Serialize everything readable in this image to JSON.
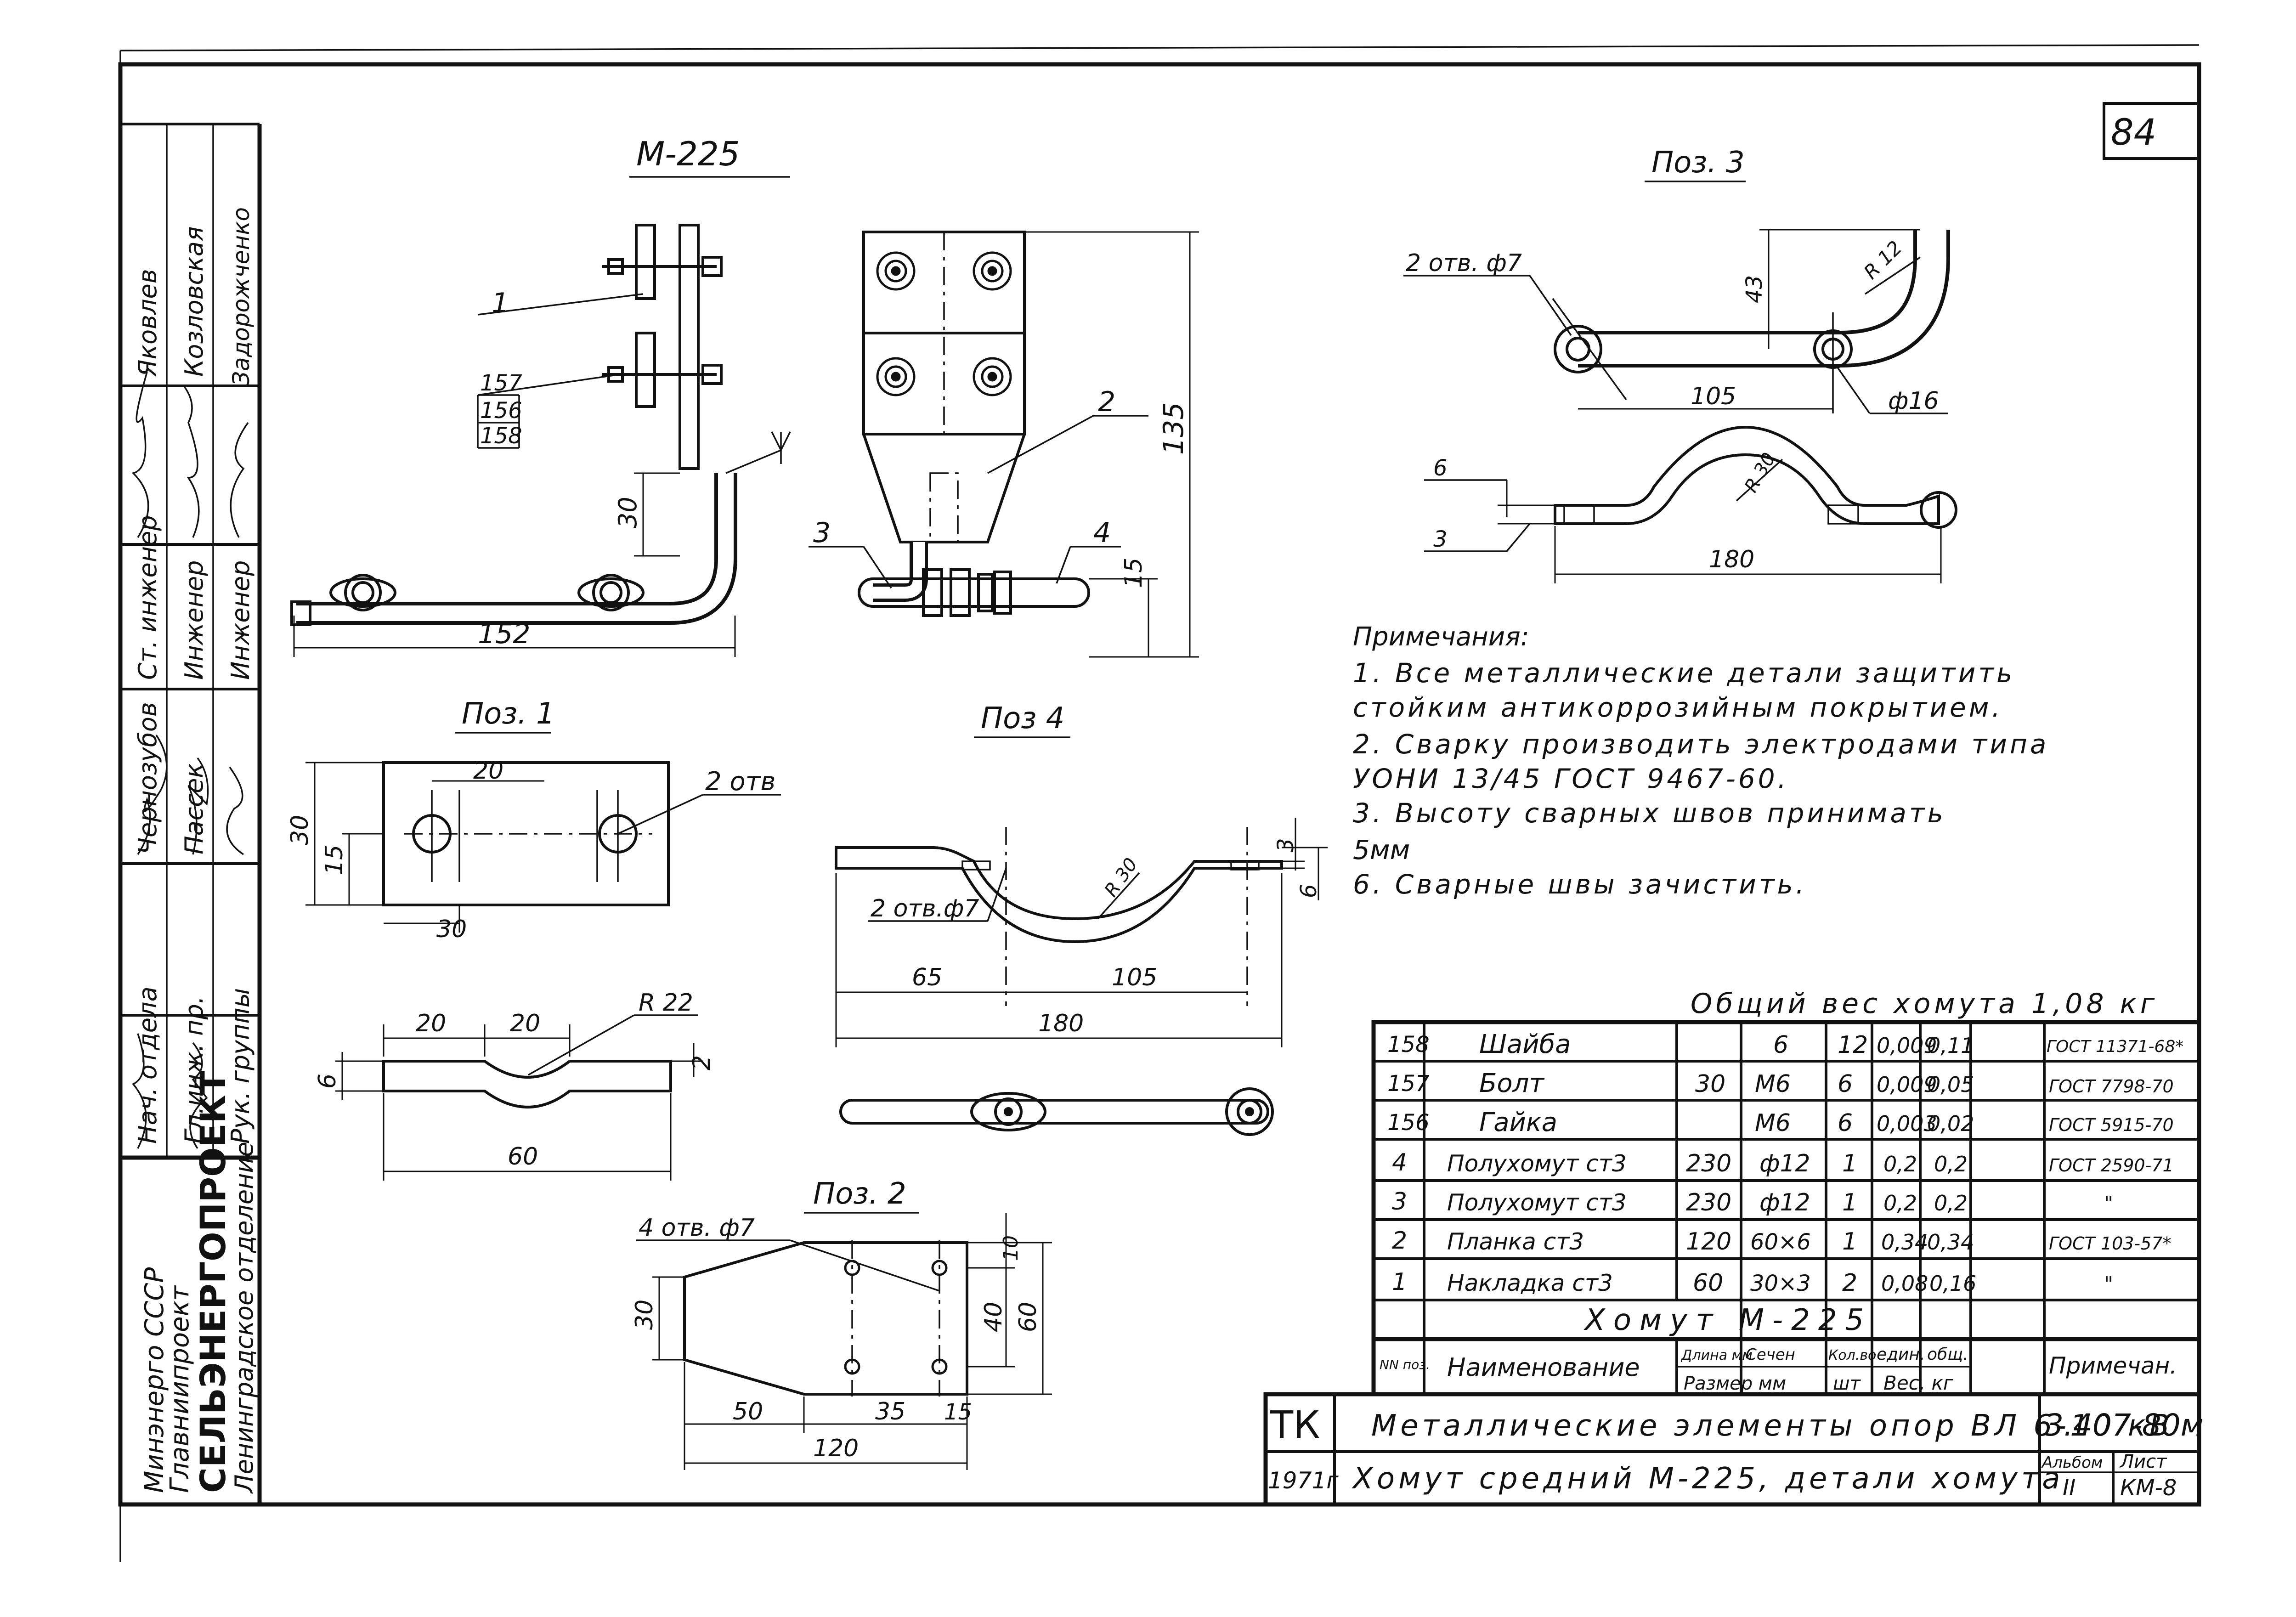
{
  "sheet_number": "84",
  "side_stamp": {
    "org1": "Минэнерго СССР",
    "org2": "Главниипроект",
    "org3": "СЕЛЬЭНЕРГОПРОЕКТ",
    "org4": "Ленинградское отделение",
    "roles": [
      "Нач. отдела",
      "Гл.инж. пр.",
      "Рук. группы",
      "Ст. инженер",
      "Инженер",
      "Инженер"
    ],
    "names": [
      "Чернозубов",
      "Пассек",
      "Яковлев",
      "Козловская",
      "Задорожченко"
    ]
  },
  "views": {
    "main_title": "М-225",
    "pos1_title": "Поз. 1",
    "pos2_title": "Поз. 2",
    "pos3_title": "Поз. 3",
    "pos4_title": "Поз 4"
  },
  "callouts": {
    "c1": "1",
    "c157": "157",
    "c156": "156",
    "c158": "158",
    "c2": "2",
    "c3": "3",
    "c4": "4"
  },
  "dims": {
    "d152": "152",
    "d30a": "30",
    "d135": "135",
    "d15a": "15",
    "p1_20": "20",
    "p1_2otv": "2 отв",
    "p1_30v": "30",
    "p1_15": "15",
    "p1_30h": "30",
    "p1_20a": "20",
    "p1_20b": "20",
    "p1_r22": "R 22",
    "p1_6": "6",
    "p1_2": "2",
    "p1_60": "60",
    "p4_2otv": "2 отв.ф7",
    "p4_r30": "R 30",
    "p4_3": "3",
    "p4_6": "6",
    "p4_65": "65",
    "p4_105": "105",
    "p4_180": "180",
    "p2_4otv": "4 отв. ф7",
    "p2_30": "30",
    "p2_10": "10",
    "p2_40": "40",
    "p2_60": "60",
    "p2_50": "50",
    "p2_35": "35",
    "p2_15": "15",
    "p2_120": "120",
    "p3_2otv": "2 отв. ф7",
    "p3_43": "43",
    "p3_r12": "R 12",
    "p3_105": "105",
    "p3_f16": "ф16",
    "p3_6": "6",
    "p3_r30": "R 30",
    "p3_3": "3",
    "p3_180": "180"
  },
  "notes": {
    "heading": "Примечания:",
    "l1": "1. Все металлические детали защитить",
    "l2": "стойким антикоррозийным покрытием.",
    "l3": "2. Сварку производить электродами типа",
    "l4": "УОНИ 13/45 ГОСТ 9467-60.",
    "l5": "3. Высоту сварных швов принимать",
    "l6": "5мм",
    "l7": "6. Сварные швы зачистить."
  },
  "total_weight": "Общий вес хомута 1,08 кг",
  "spec": {
    "rows": [
      {
        "pos": "158",
        "name": "Шайба",
        "len": "",
        "size": "6",
        "qty": "12",
        "unit": "0,009",
        "total": "0,11",
        "note": "ГОСТ 11371-68*"
      },
      {
        "pos": "157",
        "name": "Болт",
        "len": "30",
        "size": "М6",
        "qty": "6",
        "unit": "0,009",
        "total": "0,05",
        "note": "ГОСТ 7798-70"
      },
      {
        "pos": "156",
        "name": "Гайка",
        "len": "",
        "size": "М6",
        "qty": "6",
        "unit": "0,003",
        "total": "0,02",
        "note": "ГОСТ 5915-70"
      },
      {
        "pos": "4",
        "name": "Полухомут ст3",
        "len": "230",
        "size": "ф12",
        "qty": "1",
        "unit": "0,2",
        "total": "0,2",
        "note": "ГОСТ 2590-71"
      },
      {
        "pos": "3",
        "name": "Полухомут ст3",
        "len": "230",
        "size": "ф12",
        "qty": "1",
        "unit": "0,2",
        "total": "0,2",
        "note": "\""
      },
      {
        "pos": "2",
        "name": "Планка ст3",
        "len": "120",
        "size": "60×6",
        "qty": "1",
        "unit": "0,34",
        "total": "0,34",
        "note": "ГОСТ 103-57*"
      },
      {
        "pos": "1",
        "name": "Накладка ст3",
        "len": "60",
        "size": "30×3",
        "qty": "2",
        "unit": "0,08",
        "total": "0,16",
        "note": "\""
      }
    ],
    "assembly": "Хомут М-225",
    "h_pos": "NN поз.",
    "h_name": "Наименование",
    "h_len": "Длина мм",
    "h_sech": "Сечен",
    "h_size": "Размер мм",
    "h_qty1": "Кол.во",
    "h_qty2": "шт",
    "h_unit1": "един.",
    "h_total1": "общ.",
    "h_weight": "Вес, кг",
    "h_note": "Примечан."
  },
  "title_block": {
    "tk": "ТК",
    "year": "1971г",
    "title1": "Металлические элементы опор ВЛ 6-10 кВ",
    "title2": "Хомут средний М-225, детали хомута",
    "code": "3.407-80м",
    "album_label": "Альбом",
    "album": "II",
    "sheet_label": "Лист",
    "sheet": "КМ-8"
  }
}
